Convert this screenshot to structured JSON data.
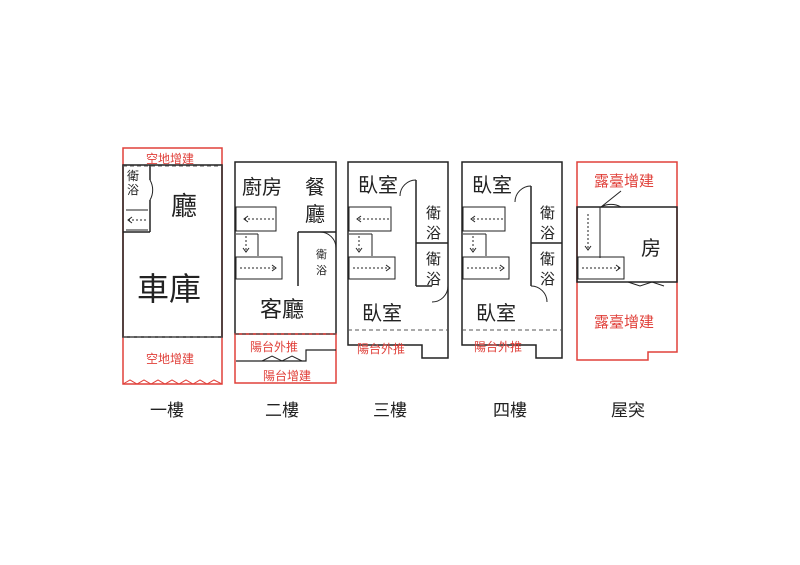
{
  "colors": {
    "line": "#222222",
    "red": "#e0403a",
    "dash": "#555555"
  },
  "floors": [
    {
      "name": "一樓",
      "rooms": {
        "ext_top": "空地增建",
        "bath_a": "衛",
        "bath_b": "浴",
        "hall": "廳",
        "garage": "車庫",
        "ext_bottom": "空地增建"
      }
    },
    {
      "name": "二樓",
      "rooms": {
        "kitchen": "廚房",
        "dining_a": "餐",
        "dining_b": "廳",
        "bath_a": "衛",
        "bath_b": "浴",
        "living": "客廳",
        "balcony": "陽台外推",
        "balcony_ext": "陽台增建"
      }
    },
    {
      "name": "三樓",
      "rooms": {
        "bedroom_top": "臥室",
        "bath1_a": "衛",
        "bath1_b": "浴",
        "bath2_a": "衛",
        "bath2_b": "浴",
        "bedroom_bottom": "臥室",
        "balcony": "陽台外推"
      }
    },
    {
      "name": "四樓",
      "rooms": {
        "bedroom_top": "臥室",
        "bath1_a": "衛",
        "bath1_b": "浴",
        "bath2_a": "衛",
        "bath2_b": "浴",
        "bedroom_bottom": "臥室",
        "balcony": "陽台外推"
      }
    },
    {
      "name": "屋突",
      "rooms": {
        "terrace_top": "露臺增建",
        "room": "房",
        "terrace_bottom": "露臺增建"
      }
    }
  ]
}
